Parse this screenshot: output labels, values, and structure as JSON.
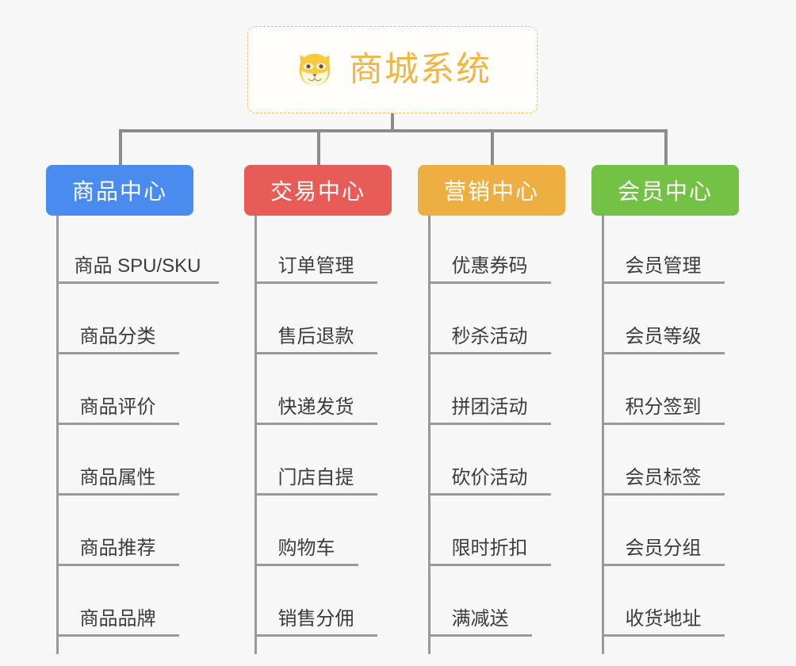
{
  "background_color": "#f7f7f7",
  "root": {
    "icon": "shiba-dog-face-icon",
    "title": "商城系统",
    "text_color": "#f2b544",
    "border_color": "#f0c060"
  },
  "connector_color": "#8c8c8c",
  "spine_color": "#9a9a9a",
  "columns": [
    {
      "id": "product-center",
      "label": "商品中心",
      "color": "#4a8bf0",
      "items": [
        "商品 SPU/SKU",
        "商品分类",
        "商品评价",
        "商品属性",
        "商品推荐",
        "商品品牌"
      ]
    },
    {
      "id": "trade-center",
      "label": "交易中心",
      "color": "#e85c58",
      "items": [
        "订单管理",
        "售后退款",
        "快递发货",
        "门店自提",
        "购物车",
        "销售分佣"
      ]
    },
    {
      "id": "marketing-center",
      "label": "营销中心",
      "color": "#eeaf42",
      "items": [
        "优惠券码",
        "秒杀活动",
        "拼团活动",
        "砍价活动",
        "限时折扣",
        "满减送"
      ]
    },
    {
      "id": "member-center",
      "label": "会员中心",
      "color": "#73c246",
      "items": [
        "会员管理",
        "会员等级",
        "积分签到",
        "会员标签",
        "会员分组",
        "收货地址"
      ]
    }
  ]
}
